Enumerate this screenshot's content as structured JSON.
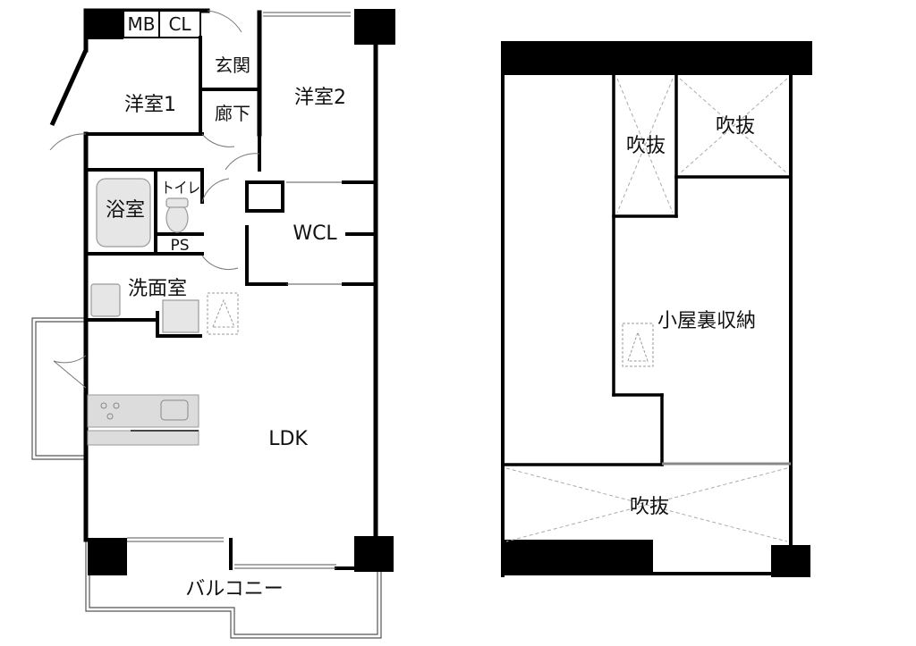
{
  "colors": {
    "wall": "#000000",
    "thin_line": "#555555",
    "fixture_fill": "#dcdcdc",
    "fixture_line": "#9a9a9a",
    "background": "#ffffff"
  },
  "lower_floor": {
    "rooms": {
      "mb": "MB",
      "cl": "CL",
      "genkan": "玄関",
      "youshitsu1": "洋室1",
      "youshitsu2": "洋室2",
      "rouka": "廊下",
      "toilet": "トイレ",
      "yokushitsu": "浴室",
      "ps": "PS",
      "wcl": "WCL",
      "senmenshitsu": "洗面室",
      "ldk": "LDK",
      "balcony": "バルコニー"
    }
  },
  "upper_floor": {
    "rooms": {
      "fukinuke_small": "吹抜",
      "fukinuke_right": "吹抜",
      "koyaura": "小屋裏収納",
      "fukinuke_bottom": "吹抜"
    }
  }
}
